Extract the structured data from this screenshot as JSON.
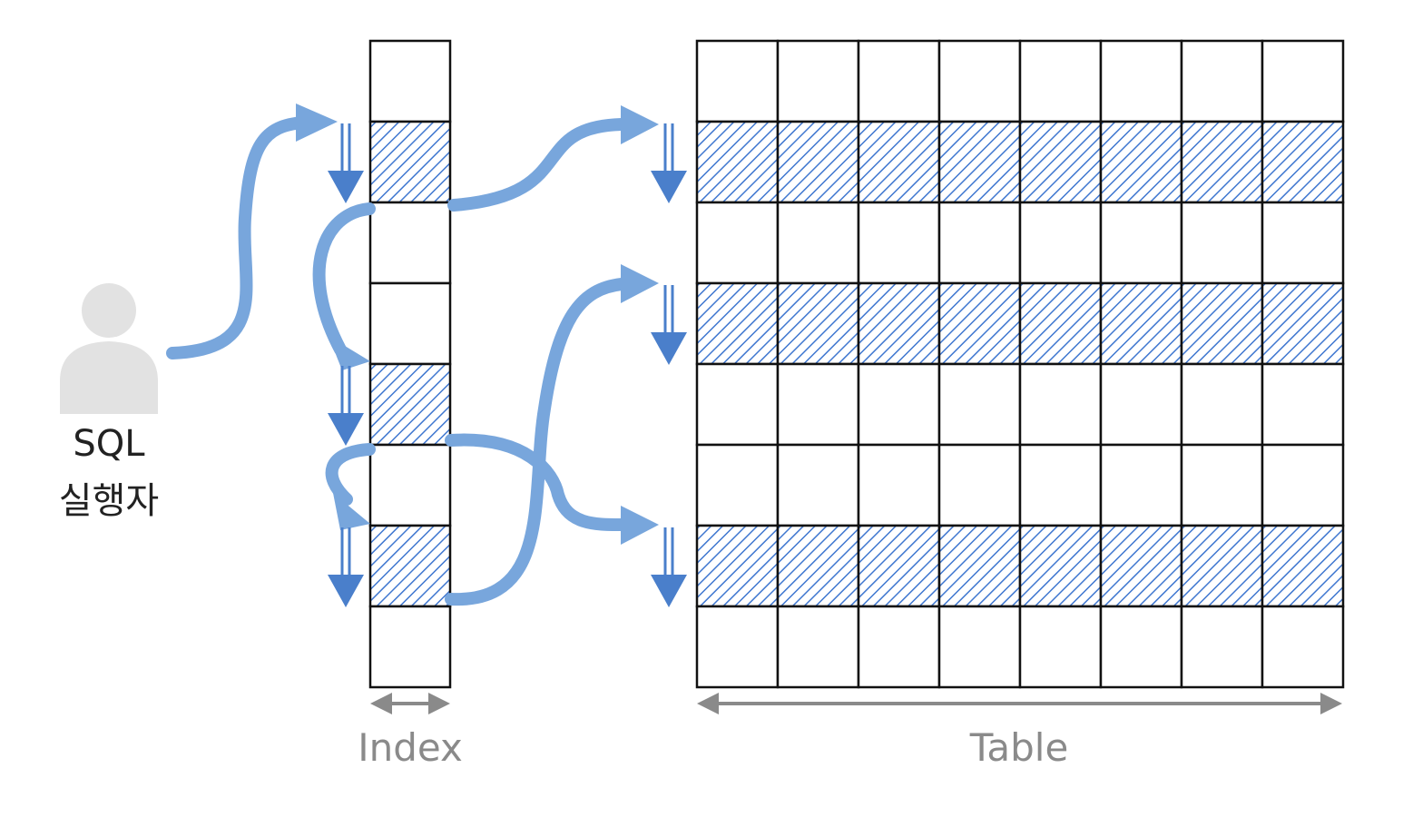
{
  "actor": {
    "label_line1": "SQL",
    "label_line2": "실행자",
    "icon": "person-icon"
  },
  "index": {
    "label": "Index",
    "rows": 8,
    "highlighted_rows": [
      1,
      4,
      6
    ]
  },
  "table": {
    "label": "Table",
    "rows": 8,
    "columns": 8,
    "highlighted_rows": [
      1,
      3,
      6
    ]
  },
  "colors": {
    "flow_arrow": "#78a6dc",
    "scan_arrow": "#4a7fcb",
    "hatch": "#3f77d0",
    "grid": "#111111",
    "width_arrow": "#8a8a8a",
    "actor": "#e2e2e2",
    "text": "#222222",
    "muted_text": "#8a8a8a"
  }
}
